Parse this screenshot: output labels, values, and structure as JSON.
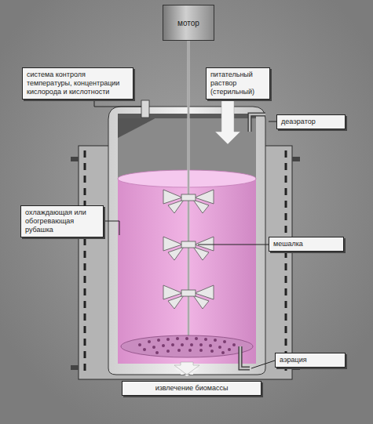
{
  "diagram": {
    "nodes": [
      {
        "text": [
          "мотор"
        ]
      },
      {
        "text": [
          "система контроля температуры, концентрации кислорода и кислотности"
        ]
      },
      {
        "text": [
          "питательный раствор (стерильный)"
        ]
      },
      {
        "text": [
          "деаэратор"
        ]
      },
      {
        "text": [
          "охлаждающая или обогревающая рубашка"
        ]
      },
      {
        "text": [
          "мешалка"
        ]
      },
      {
        "text": [
          "аэрация"
        ]
      },
      {
        "text": [
          "извлечение биомассы"
        ]
      }
    ]
  }
}
